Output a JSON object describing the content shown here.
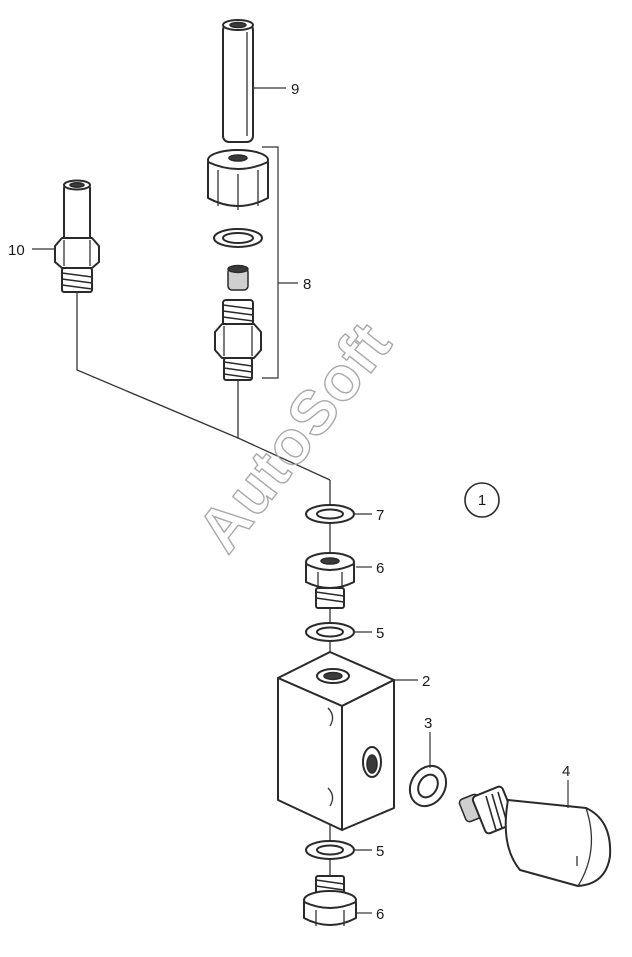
{
  "watermark": "AutoSoft",
  "view_badge": "1",
  "labels": {
    "n9": "9",
    "n10": "10",
    "n8": "8",
    "n7": "7",
    "n6a": "6",
    "n5a": "5",
    "n2": "2",
    "n3": "3",
    "n4": "4",
    "n5b": "5",
    "n6b": "6"
  }
}
